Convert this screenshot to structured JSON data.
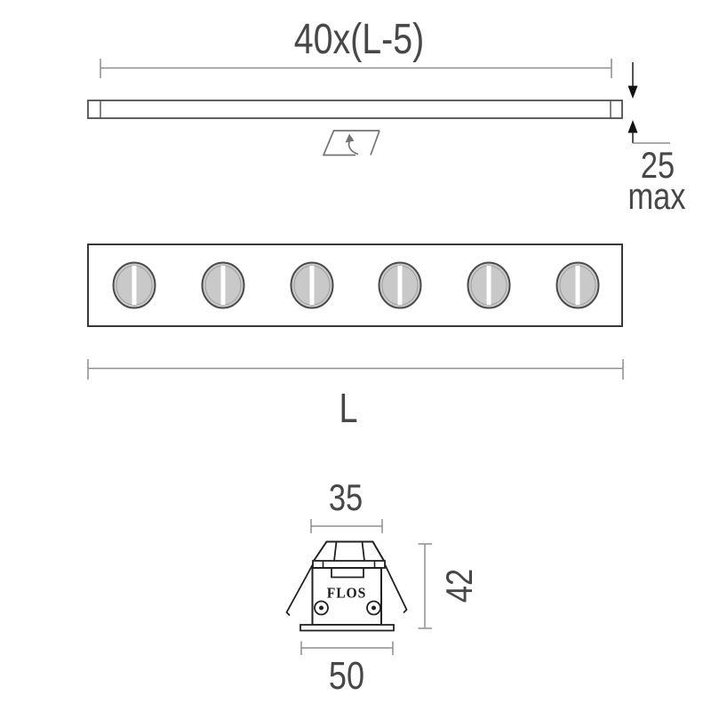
{
  "top_view": {
    "length_dimension": "40x(L-5)",
    "height_dimension_value": "25",
    "height_dimension_qualifier": "max"
  },
  "front_view": {
    "length_dimension": "L",
    "led_count": 6
  },
  "section_view": {
    "top_dimension": "35",
    "height_dimension": "42",
    "bottom_dimension": "50",
    "brand_label": "FLOS"
  },
  "colors": {
    "dimension_line": "#8f8f8f",
    "part_outline": "#2b2b2b",
    "bar_outline": "#4f4f4f",
    "text": "#474747",
    "led_fill": "#c9c9c9",
    "arrow_fill": "#111111"
  }
}
